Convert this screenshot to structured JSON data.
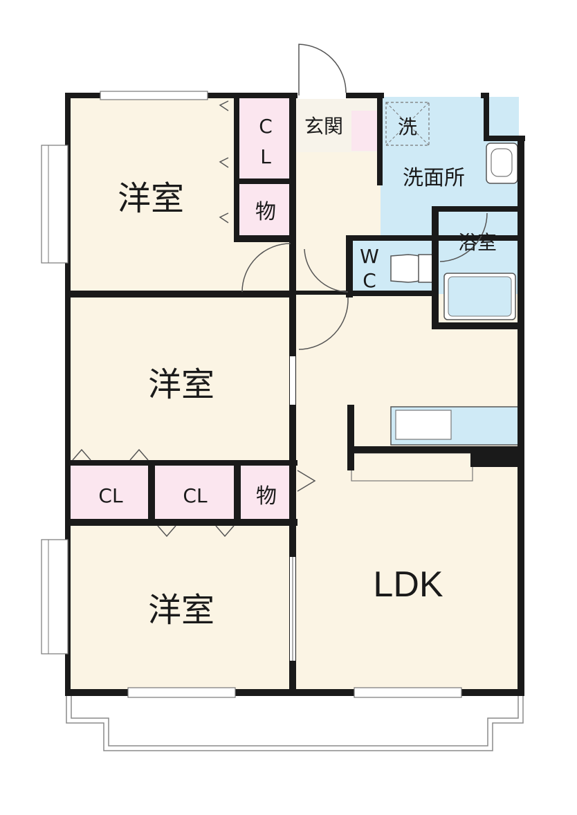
{
  "rooms": {
    "western_top": "洋室",
    "western_middle": "洋室",
    "western_bottom": "洋室",
    "ldk": "LDK",
    "entrance": "玄関",
    "washroom": "洗面所",
    "washer": "洗",
    "bath": "浴室",
    "wc_line1": "W",
    "wc_line2": "C",
    "closet_top_line1": "C",
    "closet_top_line2": "L",
    "storage_top": "物",
    "closet_mid_left": "CL",
    "closet_mid_right": "CL",
    "storage_mid": "物"
  },
  "colors": {
    "room_floor": "#fbf4e4",
    "storage_floor": "#fbe6ef",
    "wet_area": "#cfeaf6",
    "wall": "#1a1a1a"
  }
}
